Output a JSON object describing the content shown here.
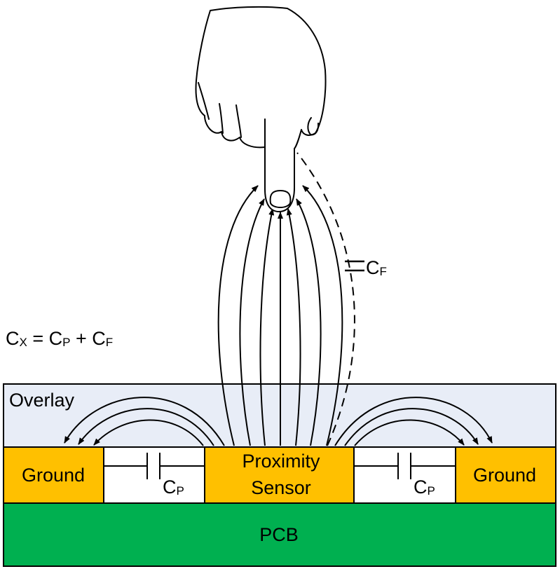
{
  "formula": {
    "c1": "C",
    "s1": "X",
    "eq": " = ",
    "c2": "C",
    "s2": "P",
    "plus": " + ",
    "c3": "C",
    "s3": "F"
  },
  "cf_label": {
    "c": "C",
    "s": "F"
  },
  "cp_label": {
    "c": "C",
    "s": "P"
  },
  "layers": {
    "overlay": "Overlay",
    "ground": "Ground",
    "sensor_line1": "Proximity",
    "sensor_line2": "Sensor",
    "pcb": "PCB"
  },
  "colors": {
    "overlay_fill": "#e8edf7",
    "electrode_fill": "#ffc000",
    "pcb_fill": "#00b050",
    "gap_fill": "#ffffff",
    "line": "#000000"
  }
}
